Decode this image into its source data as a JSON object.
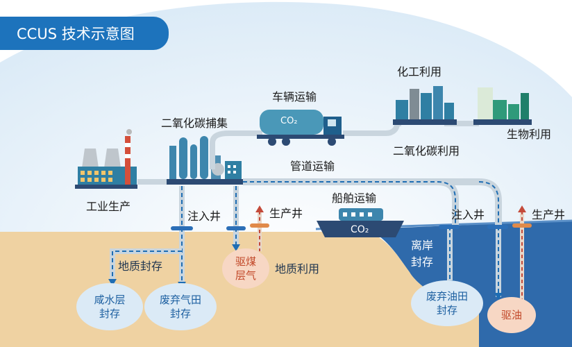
{
  "title": "CCUS 技术示意图",
  "labels": {
    "industrial_production": "工业生产",
    "co2_capture": "二氧化碳捕集",
    "vehicle_transport": "车辆运输",
    "chemical_use": "化工利用",
    "biological_use": "生物利用",
    "co2_utilization": "二氧化碳利用",
    "pipeline_transport": "管道运输",
    "ship_transport": "船舶运输",
    "injection_well_1": "注入井",
    "production_well_1": "生产井",
    "injection_well_2": "注入井",
    "production_well_2": "生产井",
    "geological_storage": "地质封存",
    "geological_utilization": "地质利用",
    "offshore_storage_line1": "离岸",
    "offshore_storage_line2": "封存",
    "truck_tank": "CO₂",
    "ship_hull": "CO₂"
  },
  "bubbles": {
    "saline_line1": "咸水层",
    "saline_line2": "封存",
    "gasfield_line1": "废弃气田",
    "gasfield_line2": "封存",
    "coalbed_line1": "驱煤",
    "coalbed_line2": "层气",
    "oilfield_line1": "废弃油田",
    "oilfield_line2": "封存",
    "oil_displacement": "驱油"
  },
  "colors": {
    "title_bg": "#1d73bc",
    "sky": "#eaf3fb",
    "land": "#efd2a2",
    "sea": "#2f6aab",
    "pipe": "#c9d5de",
    "pipe_flow": "#1e6db3",
    "factory": "#2f7fa3"
  }
}
